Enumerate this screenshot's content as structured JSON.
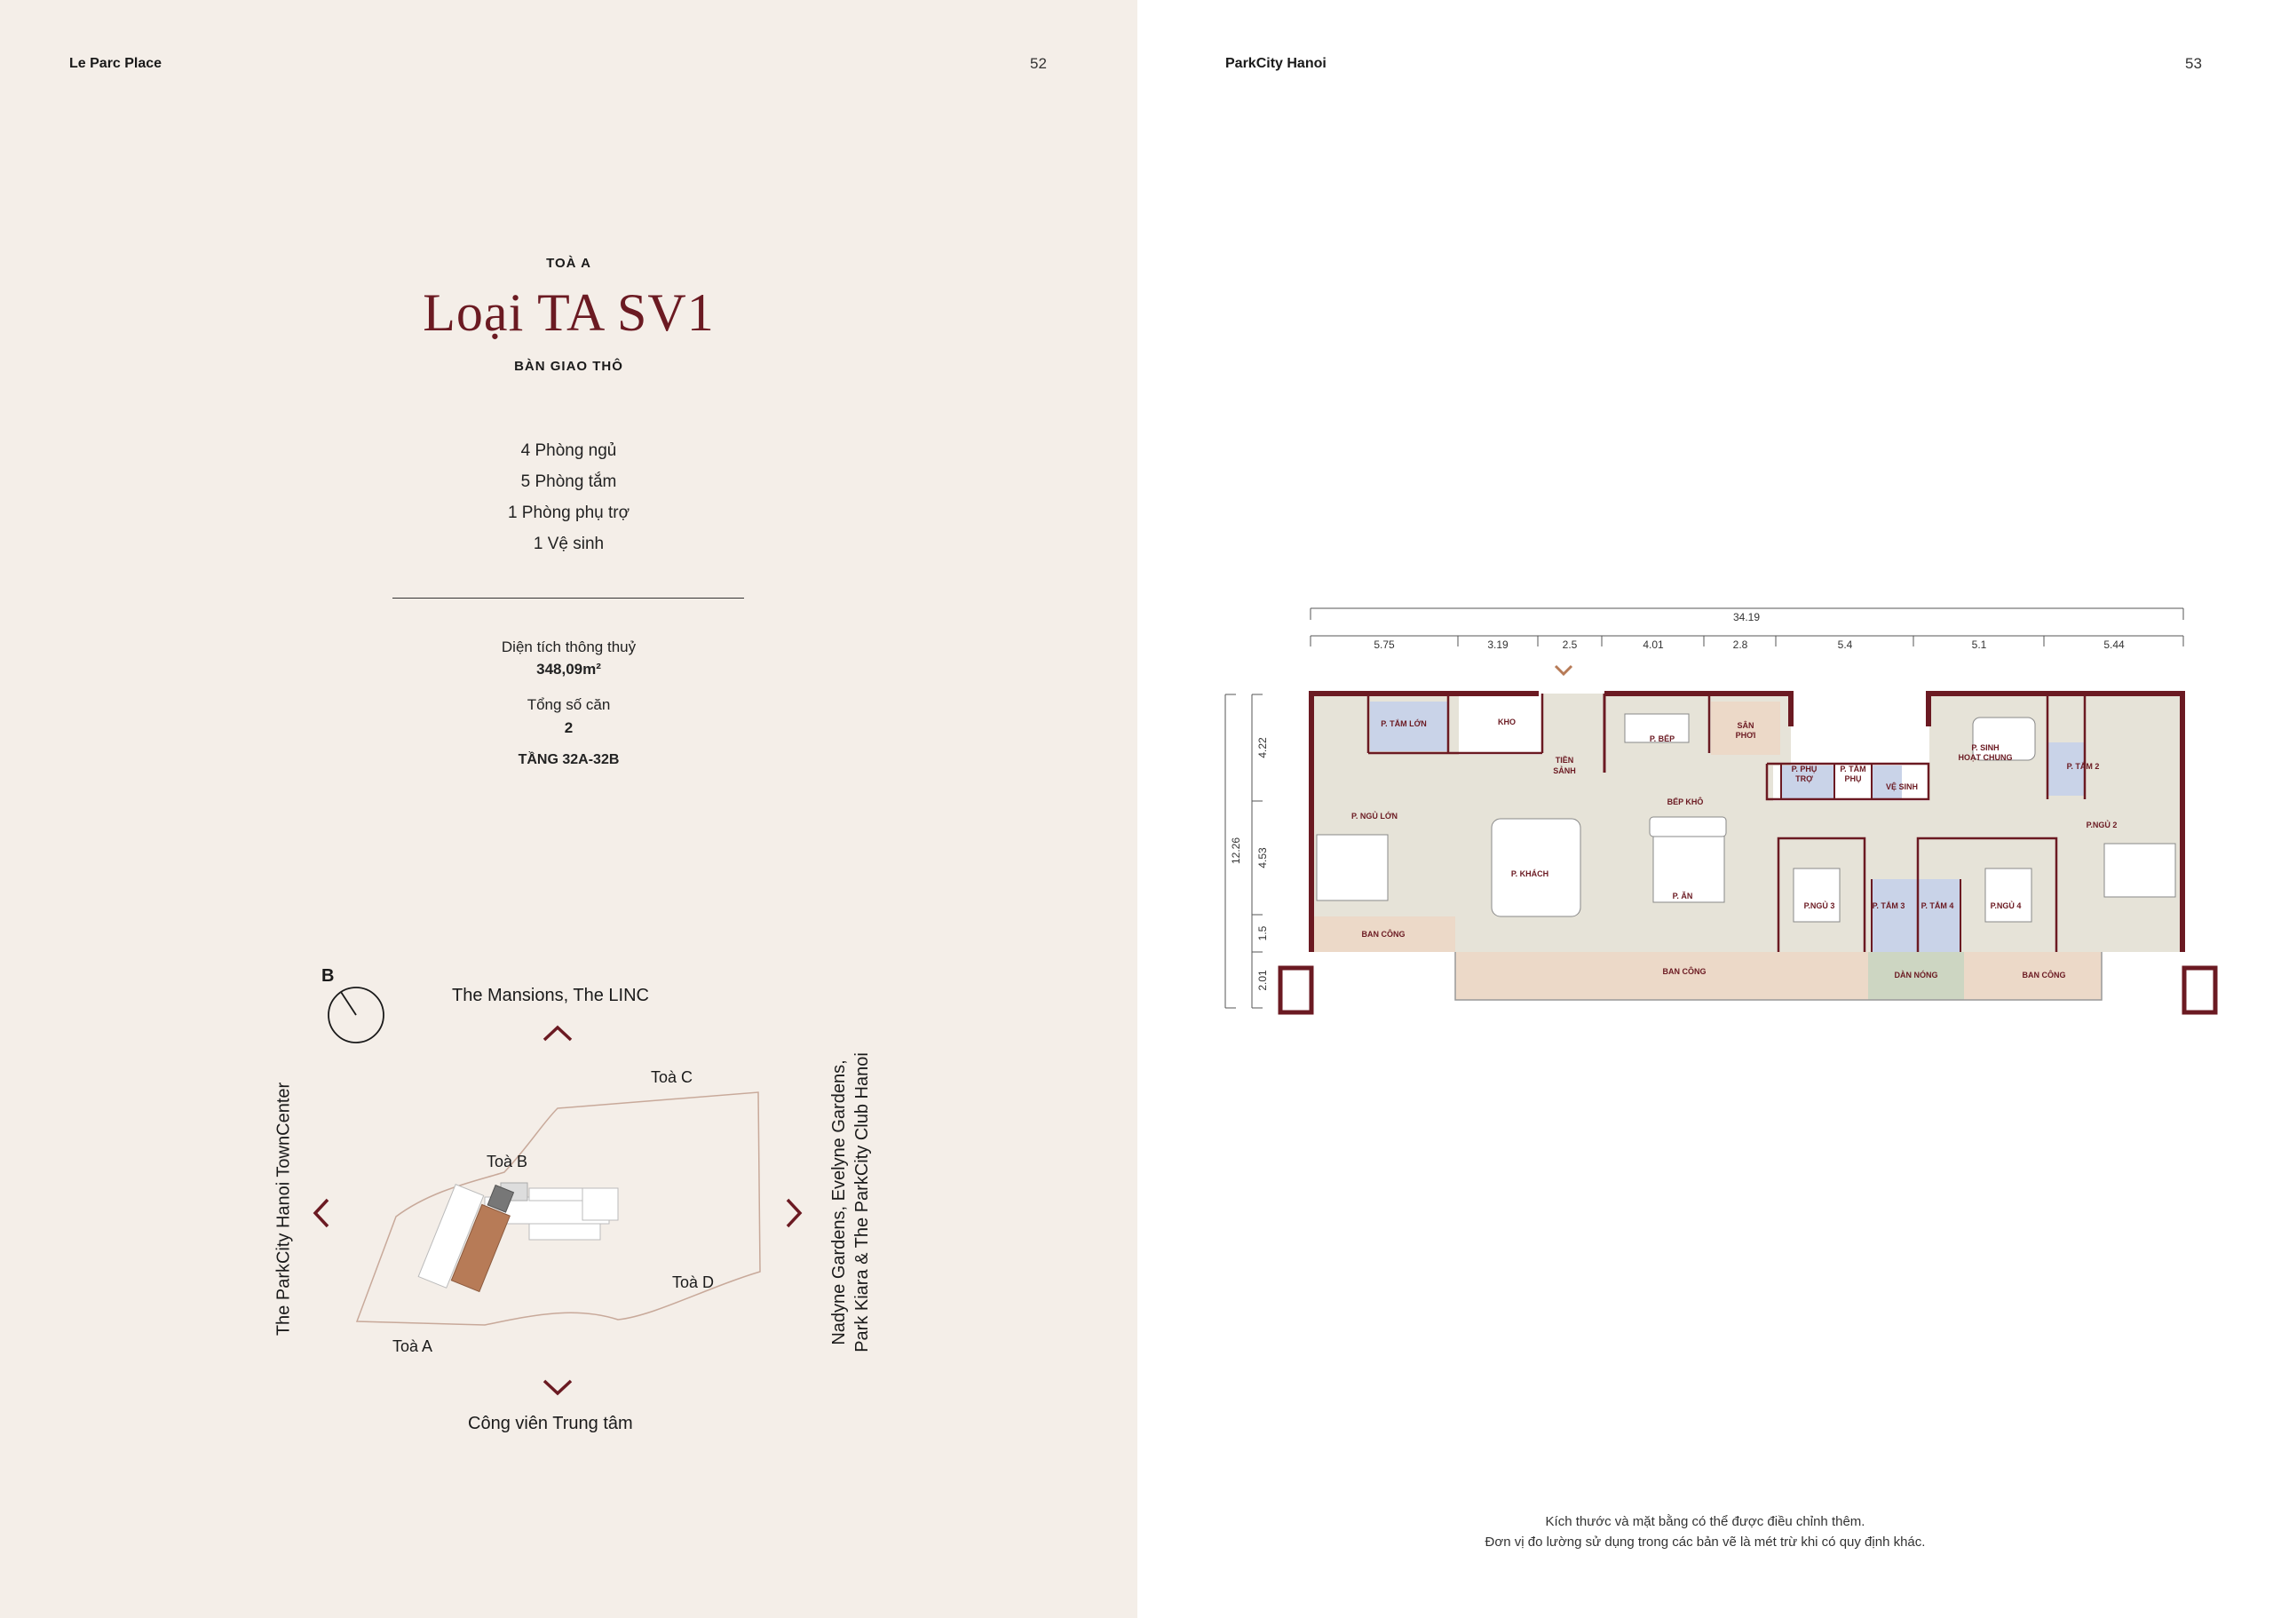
{
  "left_page": {
    "header": "Le Parc Place",
    "page_number": "52",
    "building": "TOÀ A",
    "title": "Loại TA SV1",
    "handover": "BÀN GIAO THÔ",
    "specs": [
      "4 Phòng ngủ",
      "5 Phòng tắm",
      "1 Phòng phụ trợ",
      "1 Vệ sinh"
    ],
    "area_label": "Diện tích thông thuỷ",
    "area_value": "348,09m²",
    "units_label": "Tổng số căn",
    "units_value": "2",
    "floors": "TẦNG 32A-32B",
    "site_plan": {
      "compass": "B",
      "north": "The Mansions, The LINC",
      "south": "Công viên Trung tâm",
      "west": "The ParkCity Hanoi TownCenter",
      "east_line1": "Nadyne Gardens, Evelyne Gardens,",
      "east_line2": "Park Kiara & The ParkCity Club Hanoi",
      "tower_a": "Toà A",
      "tower_b": "Toà B",
      "tower_c": "Toà C",
      "tower_d": "Toà D"
    }
  },
  "right_page": {
    "header": "ParkCity Hanoi",
    "page_number": "53",
    "floorplan": {
      "total_width": "34.19",
      "widths": [
        "5.75",
        "3.19",
        "2.5",
        "4.01",
        "2.8",
        "5.4",
        "5.1",
        "5.44"
      ],
      "total_height": "12.26",
      "heights": [
        "4.22",
        "4.53",
        "1.5",
        "2.01"
      ],
      "rooms": {
        "master_bath": "P. TẮM LỚN",
        "storage": "KHO",
        "lobby_1": "TIỀN",
        "lobby_2": "SẢNH",
        "kitchen": "P. BẾP",
        "laundry_1": "SÂN",
        "laundry_2": "PHƠI",
        "helper_1": "P. PHỤ",
        "helper_2": "TRỢ",
        "aux_bath_1": "P. TẮM",
        "aux_bath_2": "PHỤ",
        "wc": "VỆ SINH",
        "family_1": "P. SINH",
        "family_2": "HOẠT CHUNG",
        "bath_2": "P. TẮM 2",
        "dry_kitchen": "BẾP KHÔ",
        "master_bed": "P. NGỦ LỚN",
        "living": "P. KHÁCH",
        "dining": "P. ĂN",
        "bed_3": "P.NGỦ 3",
        "bath_3": "P. TẮM 3",
        "bath_4": "P. TẮM 4",
        "bed_4": "P.NGỦ 4",
        "bed_2": "P.NGỦ 2",
        "balcony_1": "BAN CÔNG",
        "balcony_2": "BAN CÔNG",
        "balcony_3": "BAN CÔNG",
        "ac_ledge": "DÀN NÓNG"
      }
    },
    "note_line1": "Kích thước và mặt bằng có thể được điều chỉnh thêm.",
    "note_line2": "Đơn vị đo lường sử dụng trong các bản vẽ là mét trừ khi có quy định khác."
  },
  "colors": {
    "left_bg": "#f4eee8",
    "accent": "#6b1a22",
    "floor": "#e6e3d8",
    "bath": "#c9d3e8",
    "balcony": "#ecd9c8",
    "site_highlight": "#b77b57"
  }
}
